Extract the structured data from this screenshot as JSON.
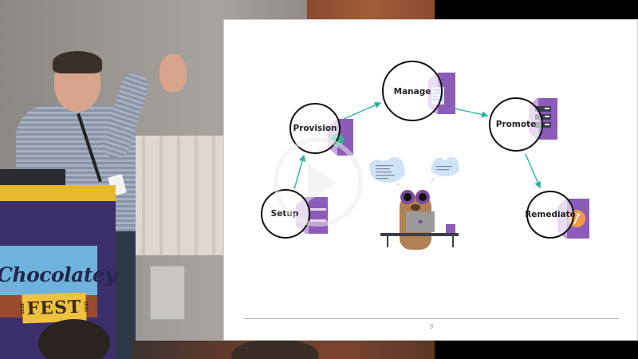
{
  "video": {
    "podium": {
      "brand": "Chocolatey",
      "event": "FEST",
      "year_left": "2018",
      "year_right": "2018"
    },
    "player": {
      "play_icon": "play-icon"
    }
  },
  "slide": {
    "page_number": "9",
    "nodes": [
      {
        "id": "setup",
        "label": "Setup",
        "icon": "purple-box-icon"
      },
      {
        "id": "provision",
        "label": "Provision",
        "icon": "purple-box-teal-gear-icon"
      },
      {
        "id": "manage",
        "label": "Manage",
        "icon": "purple-box-document-icon"
      },
      {
        "id": "promote",
        "label": "Promote",
        "icon": "purple-box-server-icon"
      },
      {
        "id": "remediate",
        "label": "Remediate",
        "icon": "purple-box-orange-arrow-icon"
      }
    ],
    "flow": [
      "Setup",
      "Provision",
      "Manage",
      "Promote",
      "Remediate"
    ],
    "mascot": {
      "description": "brown mascot with purple goggles at laptop with mug",
      "thought_bubbles": [
        "(blurred text)",
        "(blurred text)"
      ]
    },
    "colors": {
      "arrow": "#2bb39a",
      "box_purple": "#8d5bb8",
      "box_light": "#c7a8df",
      "circle_stroke": "#111111",
      "cloud": "#cfe3f6"
    }
  }
}
